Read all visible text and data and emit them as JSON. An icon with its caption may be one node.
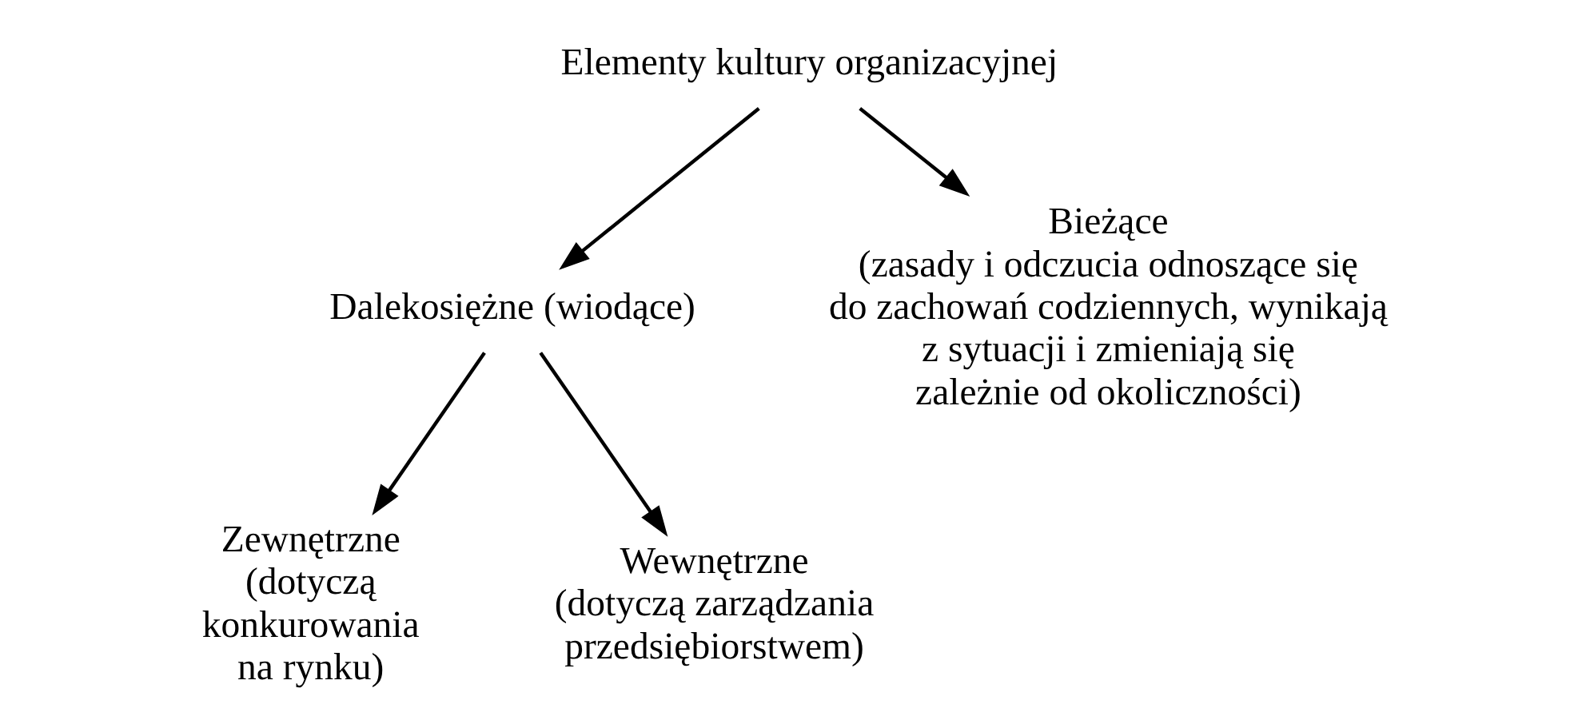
{
  "diagram": {
    "nodes": [
      {
        "text": [
          "Elementy kultury organizacyjnej"
        ]
      },
      {
        "text": [
          "Dalekosiężne (wiodące)"
        ]
      },
      {
        "text": [
          "Bieżące",
          "(zasady i odczucia odnoszące się do zachowań codziennych, wynikają z sytuacji i zmieniają się zależnie od okoliczności)"
        ]
      },
      {
        "text": [
          "Zewnętrzne",
          "(dotyczą konkurowania na rynku)"
        ]
      },
      {
        "text": [
          "Wewnętrzne",
          "(dotyczą zarządzania przedsiębiorstwem)"
        ]
      }
    ],
    "edges": [
      {
        "from": 0,
        "to": 1,
        "arrow": "to"
      },
      {
        "from": 0,
        "to": 2,
        "arrow": "to"
      },
      {
        "from": 1,
        "to": 3,
        "arrow": "to"
      },
      {
        "from": 1,
        "to": 4,
        "arrow": "to"
      }
    ]
  }
}
